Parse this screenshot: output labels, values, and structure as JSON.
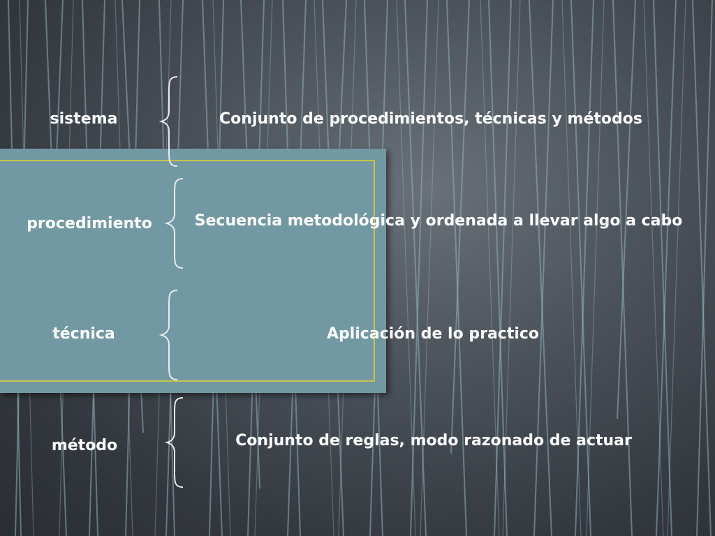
{
  "rows": [
    {
      "term": "sistema",
      "definition": "Conjunto de procedimientos, técnicas y métodos"
    },
    {
      "term": "procedimiento",
      "definition": "Secuencia metodológica y ordenada a llevar algo a cabo"
    },
    {
      "term": "técnica",
      "definition": "Aplicación de lo practico"
    },
    {
      "term": "método",
      "definition": "Conjunto de reglas, modo razonado de actuar"
    }
  ],
  "colors": {
    "panel": "#7299a3",
    "panel_frame": "#c9c34a",
    "text": "#ffffff",
    "background": "#3a3f45"
  }
}
